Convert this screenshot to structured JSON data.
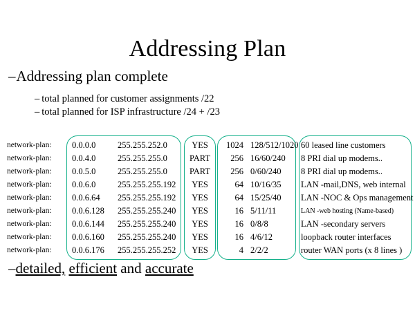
{
  "slide": {
    "title": "Addressing Plan",
    "bullets": [
      {
        "dash": "–",
        "text": "Addressing plan complete"
      }
    ],
    "sub_bullets": [
      {
        "dash": "–",
        "text": "total planned for customer assignments /22"
      },
      {
        "dash": "–",
        "text": "total planned for ISP infrastructure /24 + /23"
      }
    ],
    "summary": {
      "dash": "–",
      "part1": "detailed,",
      "part2": "efficient",
      "conjunction": "and",
      "part3": "accurate"
    }
  },
  "table": {
    "row_label": "network-plan:",
    "rows": [
      {
        "network": "0.0.0.0",
        "mask": "255.255.252.0",
        "deployed": "YES",
        "size": "1024",
        "usage": "128/512/1020",
        "description": "60 leased line customers",
        "small": false
      },
      {
        "network": "0.0.4.0",
        "mask": "255.255.255.0",
        "deployed": "PART",
        "size": "256",
        "usage": "16/60/240",
        "description": "8 PRI dial up modems..",
        "small": false
      },
      {
        "network": "0.0.5.0",
        "mask": "255.255.255.0",
        "deployed": "PART",
        "size": "256",
        "usage": "0/60/240",
        "description": "8 PRI dial up modems..",
        "small": false
      },
      {
        "network": "0.0.6.0",
        "mask": "255.255.255.192",
        "deployed": "YES",
        "size": "64",
        "usage": "10/16/35",
        "description": "LAN -mail,DNS, web internal",
        "small": false
      },
      {
        "network": "0.0.6.64",
        "mask": "255.255.255.192",
        "deployed": "YES",
        "size": "64",
        "usage": "15/25/40",
        "description": "LAN -NOC & Ops management",
        "small": false
      },
      {
        "network": "0.0.6.128",
        "mask": "255.255.255.240",
        "deployed": "YES",
        "size": "16",
        "usage": "5/11/11",
        "description": "LAN -web hosting (Name-based)",
        "small": true
      },
      {
        "network": "0.0.6.144",
        "mask": "255.255.255.240",
        "deployed": "YES",
        "size": "16",
        "usage": "0/8/8",
        "description": "LAN -secondary servers",
        "small": false
      },
      {
        "network": "0.0.6.160",
        "mask": "255.255.255.240",
        "deployed": "YES",
        "size": "16",
        "usage": "4/6/12",
        "description": "loopback router interfaces",
        "small": false
      },
      {
        "network": "0.0.6.176",
        "mask": "255.255.255.252",
        "deployed": "YES",
        "size": "4",
        "usage": "2/2/2",
        "description": "router WAN ports (x 8 lines )",
        "small": false
      }
    ]
  },
  "colors": {
    "box_border": "#14b08a",
    "text": "#000000",
    "background": "#ffffff"
  }
}
